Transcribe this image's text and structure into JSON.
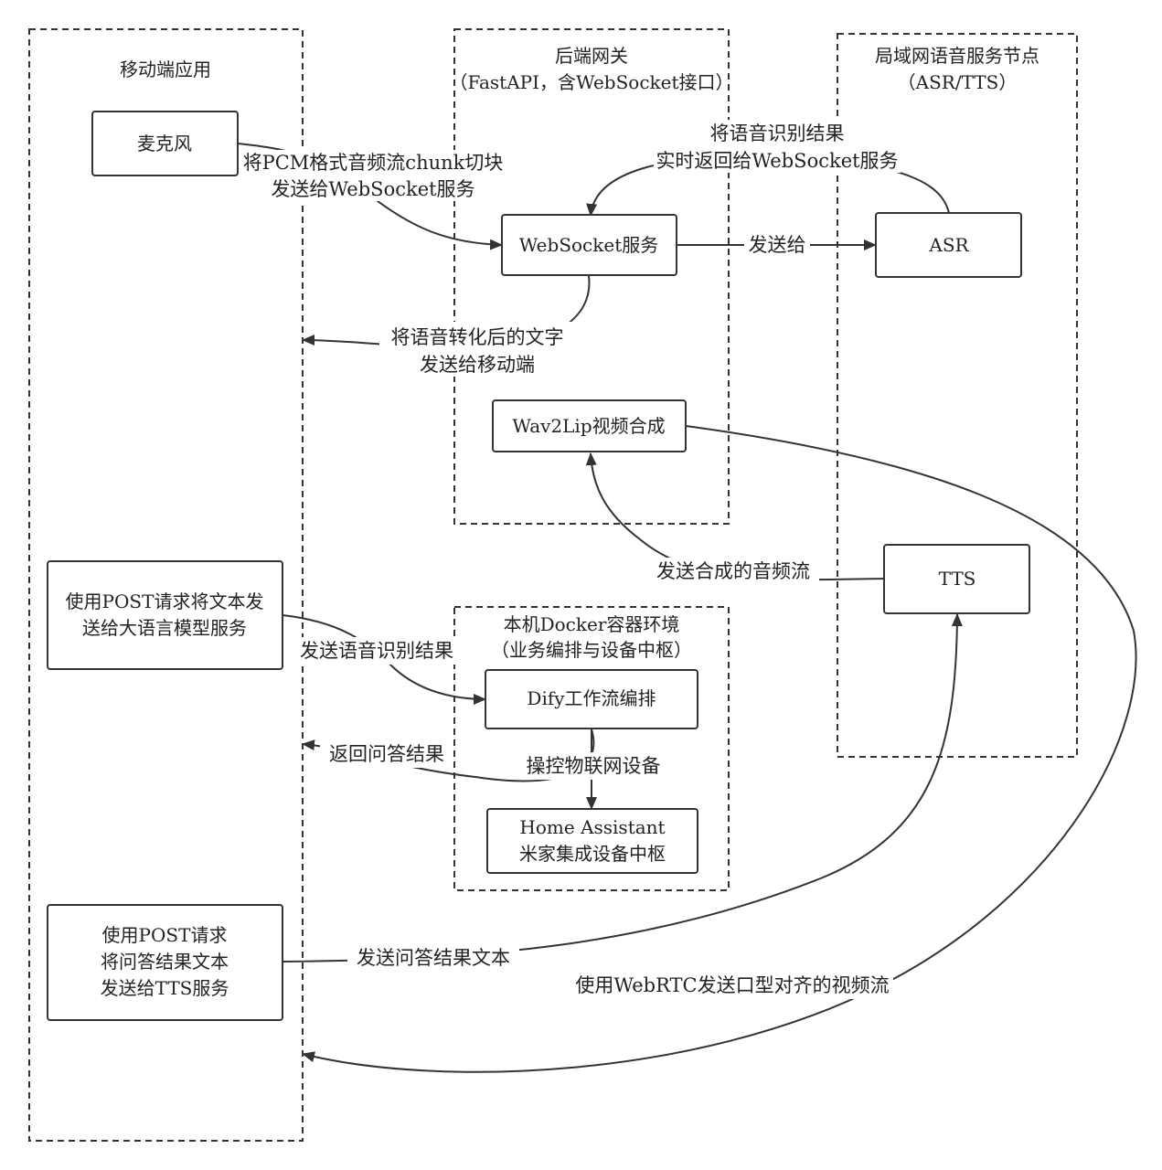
{
  "groups": {
    "mobile": {
      "title": "移动端应用"
    },
    "gateway": {
      "title_1": "后端网关",
      "title_2": "（FastAPI，含WebSocket接口）"
    },
    "voice": {
      "title_1": "局域网语音服务节点",
      "title_2": "（ASR/TTS）"
    },
    "docker": {
      "title_1": "本机Docker容器环境",
      "title_2": "（业务编排与设备中枢）"
    }
  },
  "nodes": {
    "mic": {
      "label": "麦克风"
    },
    "post_llm": {
      "line_1": "使用POST请求将文本发",
      "line_2": "送给大语言模型服务"
    },
    "post_tts": {
      "line_1": "使用POST请求",
      "line_2": "将问答结果文本",
      "line_3": "发送给TTS服务"
    },
    "websocket": {
      "label": "WebSocket服务"
    },
    "wav2lip": {
      "label": "Wav2Lip视频合成"
    },
    "asr": {
      "label": "ASR"
    },
    "tts": {
      "label": "TTS"
    },
    "dify": {
      "label": "Dify工作流编排"
    },
    "homeassistant": {
      "line_1": "Home Assistant",
      "line_2": "米家集成设备中枢"
    }
  },
  "edges": {
    "mic_ws": {
      "line_1": "将PCM格式音频流chunk切块",
      "line_2": "发送给WebSocket服务"
    },
    "ws_asr": {
      "label": "发送给"
    },
    "asr_ws": {
      "line_1": "将语音识别结果",
      "line_2": "实时返回给WebSocket服务"
    },
    "ws_mobile": {
      "line_1": "将语音转化后的文字",
      "line_2": "发送给移动端"
    },
    "tts_wav": {
      "label": "发送合成的音频流"
    },
    "llm_dify": {
      "label": "发送语音识别结果"
    },
    "dify_mobile": {
      "label": "返回问答结果"
    },
    "dify_ha": {
      "label": "操控物联网设备"
    },
    "posttts_tts": {
      "label": "发送问答结果文本"
    },
    "wav_mobile": {
      "label": "使用WebRTC发送口型对齐的视频流"
    }
  }
}
